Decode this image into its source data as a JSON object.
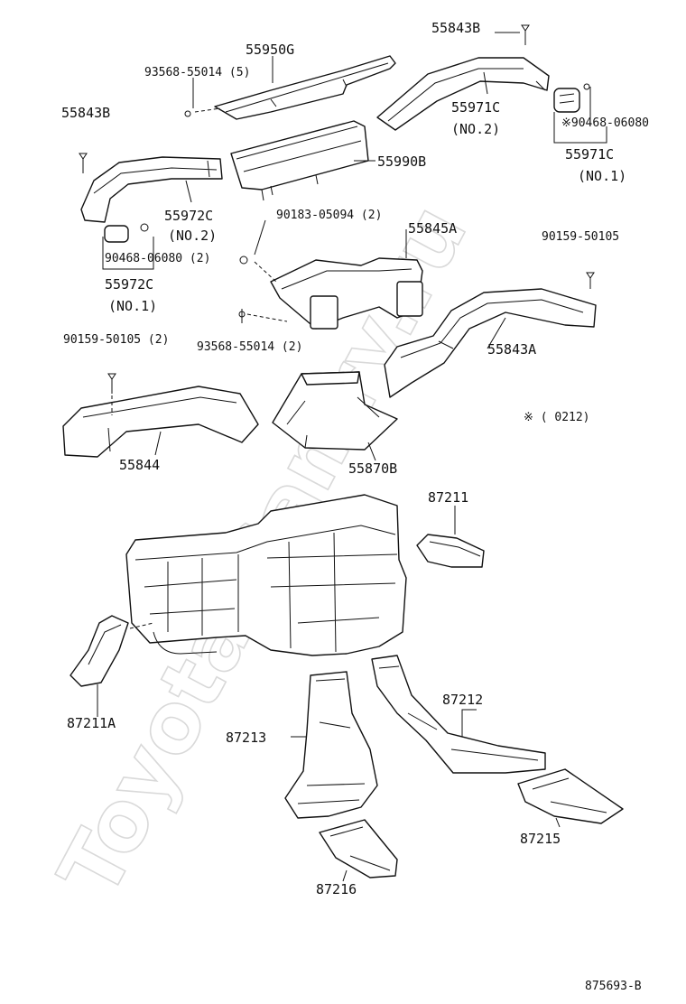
{
  "watermark": "Toyota-Camry.ru",
  "diagram_code": "875693-B",
  "note": "※ (        0212)",
  "parts": {
    "p55843B_right": "55843B",
    "p55950G": "55950G",
    "p93568_top": "93568-55014 (5)",
    "p55843B_left": "55843B",
    "p55971C_no2_num": "55971C",
    "p55971C_no2_sub": "(NO.2)",
    "p90468_right": "※90468-06080",
    "p55971C_no1_num": "55971C",
    "p55971C_no1_sub": "(NO.1)",
    "p55990B": "55990B",
    "p55972C_no2_num": "55972C",
    "p55972C_no2_sub": "(NO.2)",
    "p90183": "90183-05094 (2)",
    "p55845A": "55845A",
    "p90468_left": "90468-06080 (2)",
    "p55972C_no1_num": "55972C",
    "p55972C_no1_sub": "(NO.1)",
    "p90159_right": "90159-50105",
    "p90159_left": "90159-50105 (2)",
    "p93568_mid": "93568-55014 (2)",
    "p55843A": "55843A",
    "p55844": "55844",
    "p55870B": "55870B",
    "p87211": "87211",
    "p87211A": "87211A",
    "p87212": "87212",
    "p87213": "87213",
    "p87215": "87215",
    "p87216": "87216"
  }
}
